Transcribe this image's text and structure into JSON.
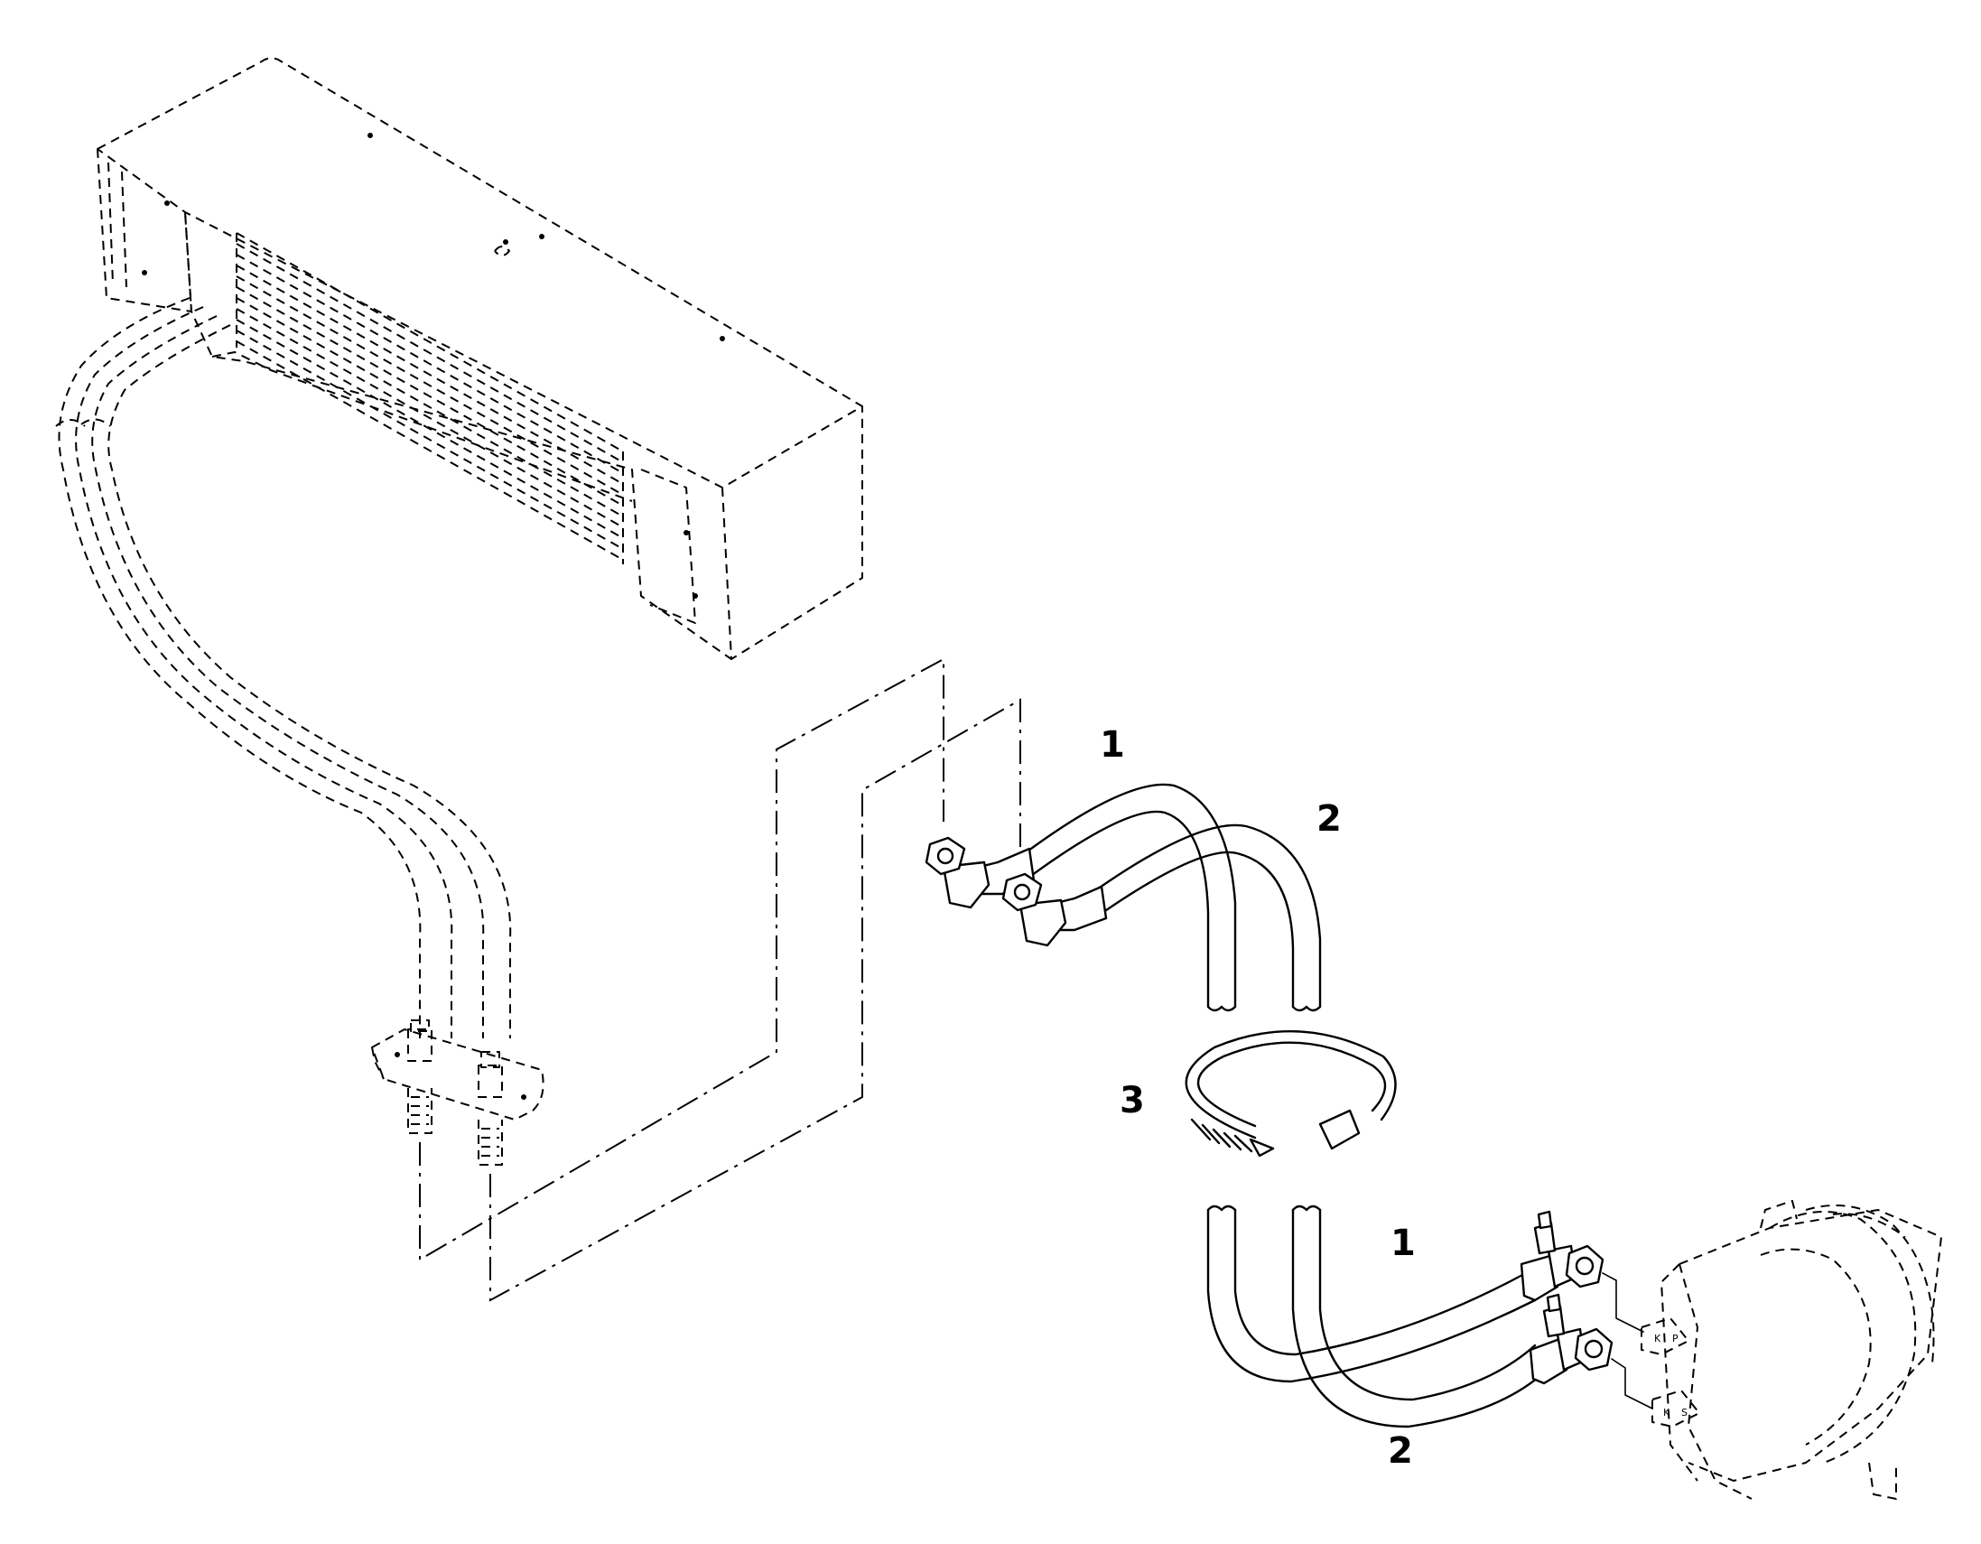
{
  "callouts": [
    {
      "id": "hose-1-upper",
      "label": "1"
    },
    {
      "id": "hose-2-upper",
      "label": "2"
    },
    {
      "id": "clamp",
      "label": "3"
    },
    {
      "id": "hose-1-lower",
      "label": "1"
    },
    {
      "id": "hose-2-lower",
      "label": "2"
    }
  ],
  "compressor_ports": [
    {
      "id": "port-upper",
      "marks": [
        "K",
        "P"
      ]
    },
    {
      "id": "port-lower",
      "marks": [
        "K",
        "S"
      ]
    }
  ]
}
